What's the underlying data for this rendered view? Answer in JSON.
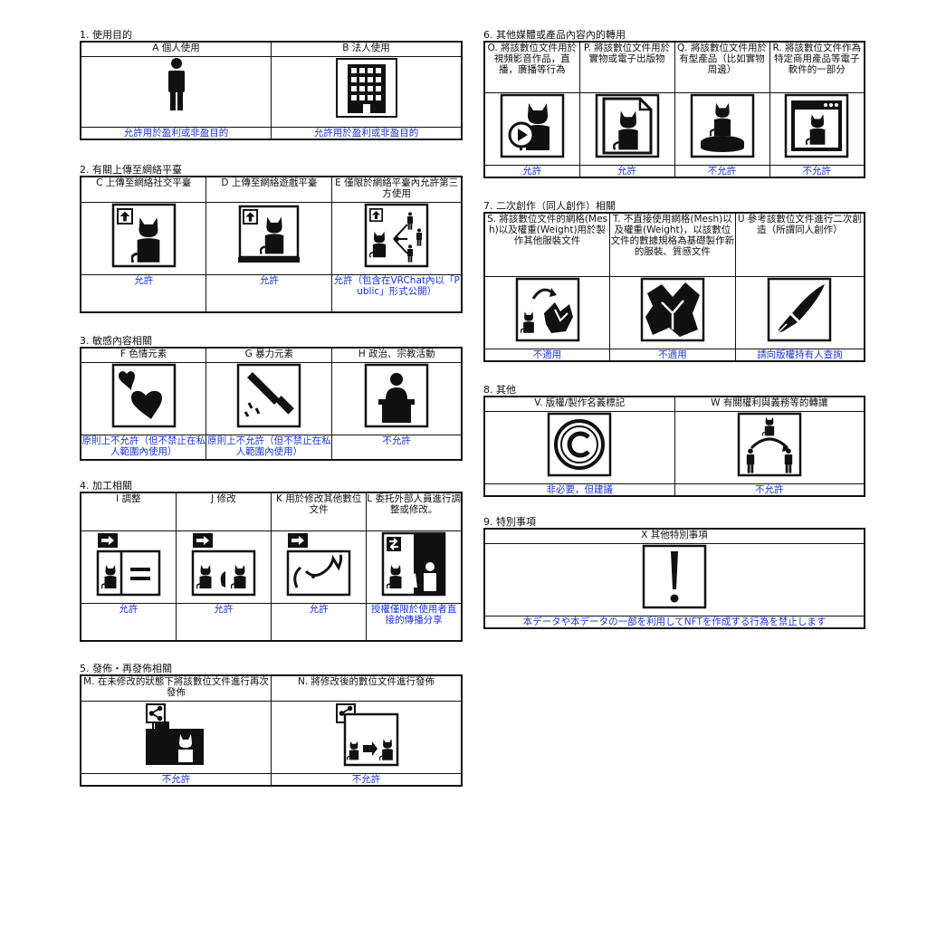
{
  "sections": {
    "s1": {
      "title": "1. 使用目的",
      "headers": [
        "A 個人使用",
        "B 法人使用"
      ],
      "results": [
        "允許用於盈利或非盈目的",
        "允許用於盈利或非盈目的"
      ],
      "icons": [
        "person-icon",
        "building-icon"
      ]
    },
    "s2": {
      "title": "2. 有關上傳至網絡平臺",
      "headers": [
        "C 上傳至網絡社交平臺",
        "D 上傳至網絡遊戲平臺",
        "E 僅限於網絡平臺內允許第三方使用"
      ],
      "results": [
        "允許",
        "允許",
        "允許（包含在VRChat內以「Public」形式公開）"
      ],
      "icons": [
        "upload-cat-icon",
        "upload-monitor-cat-icon",
        "share-people-icon"
      ]
    },
    "s3": {
      "title": "3. 敏感內容相關",
      "headers": [
        "F 色情元素",
        "G 暴力元素",
        "H 政治、宗教活動"
      ],
      "results": [
        "原則上不允許（但不禁止在私人範圍內使用）",
        "原則上不允許（但不禁止在私人範圍內使用）",
        "不允許"
      ],
      "icons": [
        "hearts-icon",
        "knife-icon",
        "speaker-podium-icon"
      ]
    },
    "s4": {
      "title": "4. 加工相關",
      "headers": [
        "I 調整",
        "J 修改",
        "K 用於修改其他數位文件",
        "L 委托外部人員進行調整或修改。"
      ],
      "results": [
        "允許",
        "允許",
        "允許",
        "授權僅限於使用者直接的傳播分享"
      ],
      "icons": [
        "adjust-equal-icon",
        "modify-icon",
        "morph-icon",
        "outsource-icon"
      ]
    },
    "s5": {
      "title": "5. 發佈・再發佈相關",
      "headers": [
        "M. 在未修改的狀態下將該數位文件進行再次發佈",
        "N. 將修改後的數位文件進行發佈"
      ],
      "results": [
        "不允許",
        "不允許"
      ],
      "icons": [
        "share-folder-icon",
        "share-modified-icon"
      ]
    },
    "s6": {
      "title": "6. 其他媒體或產品內容內的轉用",
      "headers": [
        "O. 將該數位文件用於視頻影音作品，直播，廣播等行為",
        "P. 將該數位文件用於實物或電子出版物",
        "Q. 將該數位文件用於有型產品（比如實物周邊）",
        "R. 將該數位文件作為特定商用產品等電子軟件的一部分"
      ],
      "results": [
        "允許",
        "允許",
        "不允許",
        "不允許"
      ],
      "icons": [
        "video-cat-icon",
        "document-cat-icon",
        "figure-cat-icon",
        "software-window-icon"
      ]
    },
    "s7": {
      "title": "7. 二次創作（同人創作）相關",
      "headers": [
        "S. 將該數位文件的網格(Mesh)以及權重(Weight)用於製作其他服裝文件",
        "T. 不直接使用網格(Mesh)以及權重(Weight)，以該數位文件的數據規格為基礎製作新的服裝、質感文件",
        "U 參考該數位文件進行二次創造（所謂同人創作）"
      ],
      "results": [
        "不適用",
        "不適用",
        "請向版權持有人查詢"
      ],
      "icons": [
        "cat-cloth-icon",
        "cloth-icon",
        "pen-nib-icon"
      ]
    },
    "s8": {
      "title": "8. 其他",
      "headers": [
        "V. 版權/製作名義標記",
        "W 有關權利與義務等的轉讓"
      ],
      "results": [
        "非必要，但建議",
        "不允許"
      ],
      "icons": [
        "copyright-icon",
        "transfer-people-icon"
      ]
    },
    "s9": {
      "title": "9. 特別事項",
      "headers": [
        "X 其他特別事項"
      ],
      "results": [
        "本データや本データの一部を利用してNFTを作成する行為を禁止します"
      ],
      "icons": [
        "exclamation-icon"
      ]
    }
  }
}
